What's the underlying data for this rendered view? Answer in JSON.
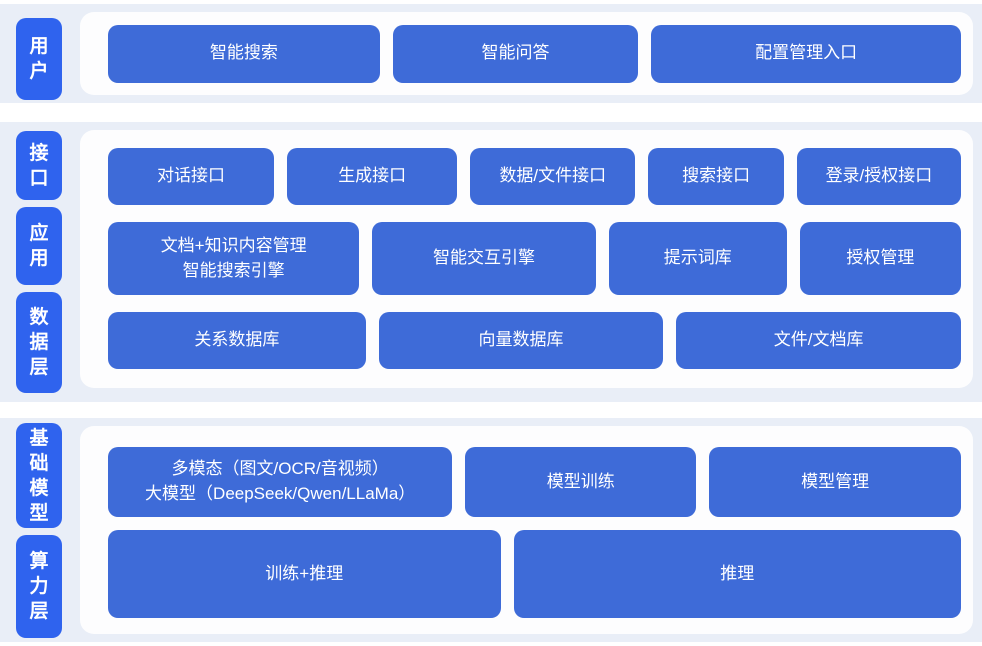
{
  "colors": {
    "band_background": "#e9eef7",
    "pill_blue": "#2f63ee",
    "block_blue": "#3e6bd8",
    "panel_background": "#fdfdfe",
    "text_on_blue": "#ffffff"
  },
  "sections": [
    {
      "pills": [
        {
          "label": "用户"
        }
      ],
      "rows": [
        {
          "buttons": [
            {
              "label": "智能搜索"
            },
            {
              "label": "智能问答"
            },
            {
              "label": "配置管理入口"
            }
          ]
        }
      ]
    },
    {
      "pills": [
        {
          "label": "接口"
        },
        {
          "label": "应用"
        },
        {
          "label": "数据层"
        }
      ],
      "rows": [
        {
          "buttons": [
            {
              "label": "对话接口"
            },
            {
              "label": "生成接口"
            },
            {
              "label": "数据/文件接口"
            },
            {
              "label": "搜索接口"
            },
            {
              "label": "登录/授权接口"
            }
          ]
        },
        {
          "buttons": [
            {
              "line1": "文档+知识内容管理",
              "line2": "智能搜索引擎"
            },
            {
              "label": "智能交互引擎"
            },
            {
              "label": "提示词库"
            },
            {
              "label": "授权管理"
            }
          ]
        },
        {
          "buttons": [
            {
              "label": "关系数据库"
            },
            {
              "label": "向量数据库"
            },
            {
              "label": "文件/文档库"
            }
          ]
        }
      ]
    },
    {
      "pills": [
        {
          "label": "基础模型"
        },
        {
          "label": "算力层"
        }
      ],
      "rows": [
        {
          "buttons": [
            {
              "line1": "多模态（图文/OCR/音视频）",
              "line2": "大模型（DeepSeek/Qwen/LLaMa）"
            },
            {
              "label": "模型训练"
            },
            {
              "label": "模型管理"
            }
          ]
        },
        {
          "buttons": [
            {
              "label": "训练+推理"
            },
            {
              "label": "推理"
            }
          ]
        }
      ]
    }
  ]
}
